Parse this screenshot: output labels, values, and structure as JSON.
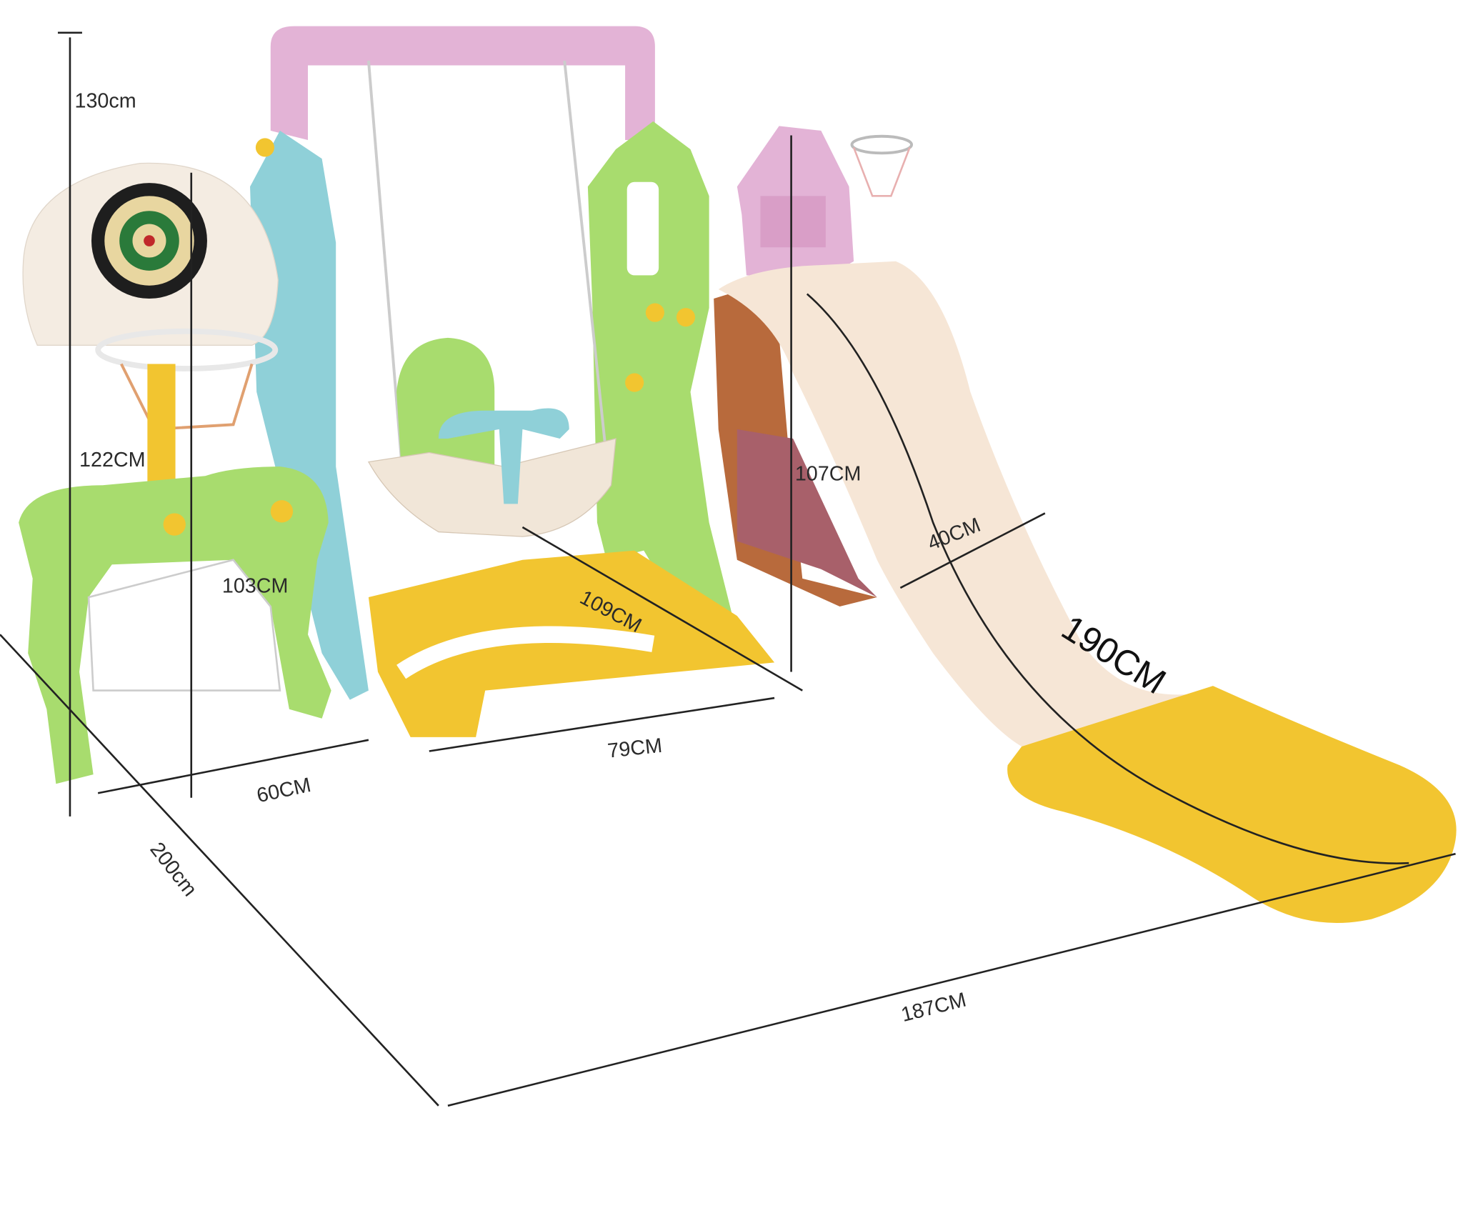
{
  "title": "Kids playground set dimensions",
  "colors": {
    "pink": "#e3b3d6",
    "blue": "#8fd0d8",
    "green": "#a8dc6e",
    "yellow": "#f2c530",
    "cream": "#f6e6d6",
    "brown": "#b86a3c",
    "maroon": "#a8606a"
  },
  "dimensions": {
    "total_height": "130cm",
    "hoop_height": "122CM",
    "goal_height": "103CM",
    "slide_platform_height": "107CM",
    "slide_width": "40CM",
    "slide_length": "190CM",
    "swing_depth": "109CM",
    "swing_width": "79CM",
    "goal_width": "60CM",
    "overall_depth": "200cm",
    "overall_length": "187CM"
  }
}
